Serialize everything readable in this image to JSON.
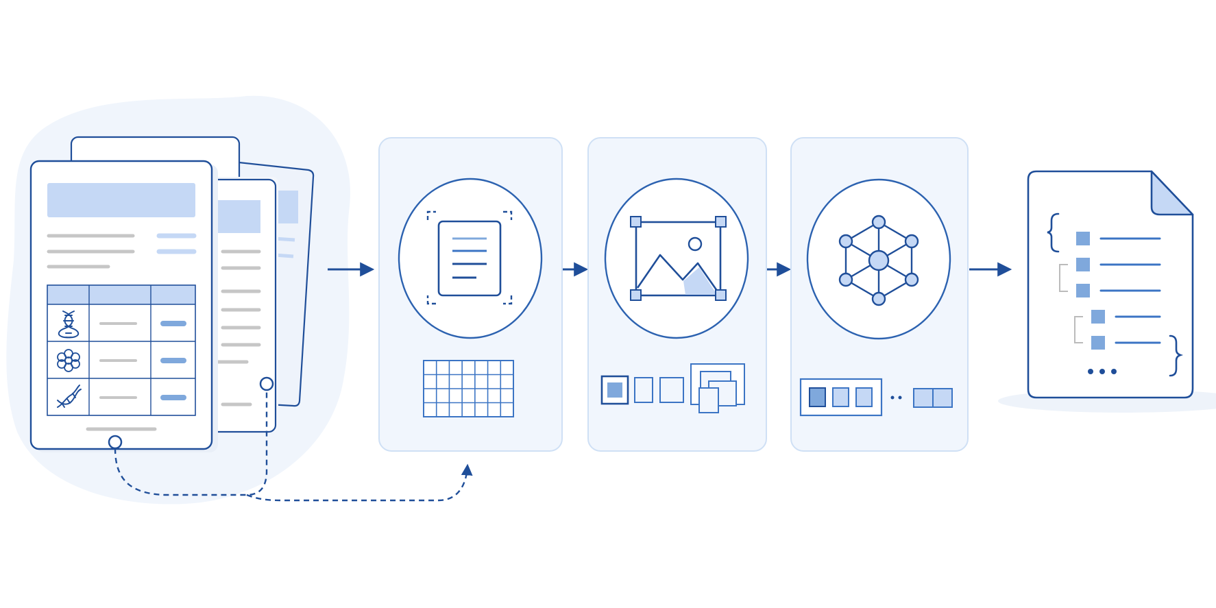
{
  "colors": {
    "stroke": "#1f4e99",
    "stroke_mid": "#3b74c4",
    "accent_fill": "#7fa8dc",
    "light_fill": "#c5d8f5",
    "panel_fill": "#f1f6fd",
    "panel_stroke": "#cfe0f5",
    "blob_fill": "#f0f5fc",
    "gray_line": "#c6c6c6",
    "white": "#ffffff"
  },
  "pipeline": {
    "input": {
      "icons": [
        "dna-icon",
        "flower-icon",
        "dna-strand-icon"
      ],
      "connector": "dashed-feedback-arrow"
    },
    "stages": [
      {
        "name": "layout-detection",
        "icon": "document-scan-icon",
        "detail": "grid-icon"
      },
      {
        "name": "image-extraction",
        "icon": "image-frame-icon",
        "detail": "patch-sequence-icon"
      },
      {
        "name": "graph-encoding",
        "icon": "network-graph-icon",
        "detail": "token-sequence-icon"
      }
    ],
    "output": {
      "icon": "structured-document-icon",
      "list_rows": 5,
      "ellipsis": "•••"
    }
  }
}
